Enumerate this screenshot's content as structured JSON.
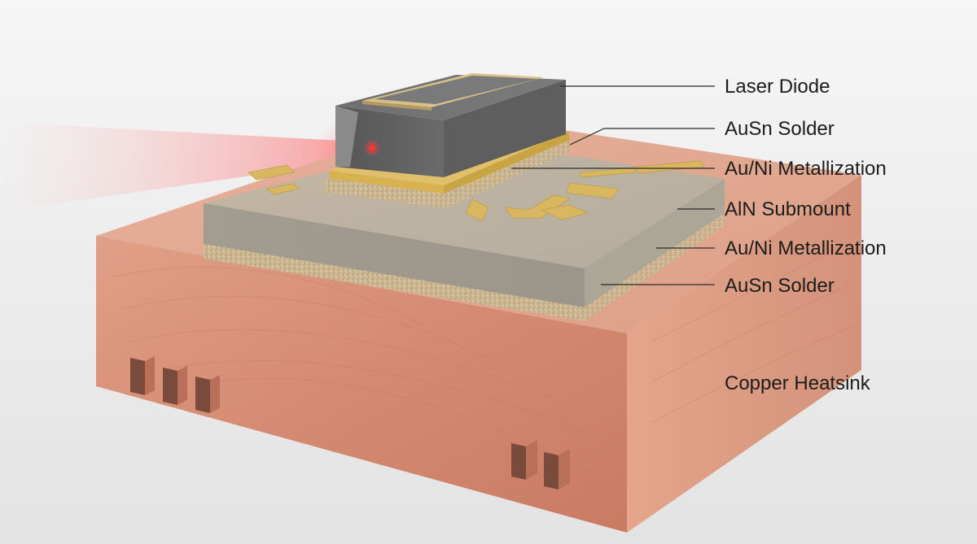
{
  "labels": {
    "laser_diode": "Laser Diode",
    "ausn_solder_top": "AuSn Solder",
    "auni_metallization_top": "Au/Ni Metallization",
    "aln_submount": "AlN Submount",
    "auni_metallization_bottom": "Au/Ni Metallization",
    "ausn_solder_bottom": "AuSn Solder",
    "copper_heatsink": "Copper Heatsink"
  },
  "colors": {
    "copper": "#d9917a",
    "submount": "#a8a294",
    "gold": "#d9b660",
    "diode": "#6a6a6a",
    "laser": "#ff2a2a"
  }
}
